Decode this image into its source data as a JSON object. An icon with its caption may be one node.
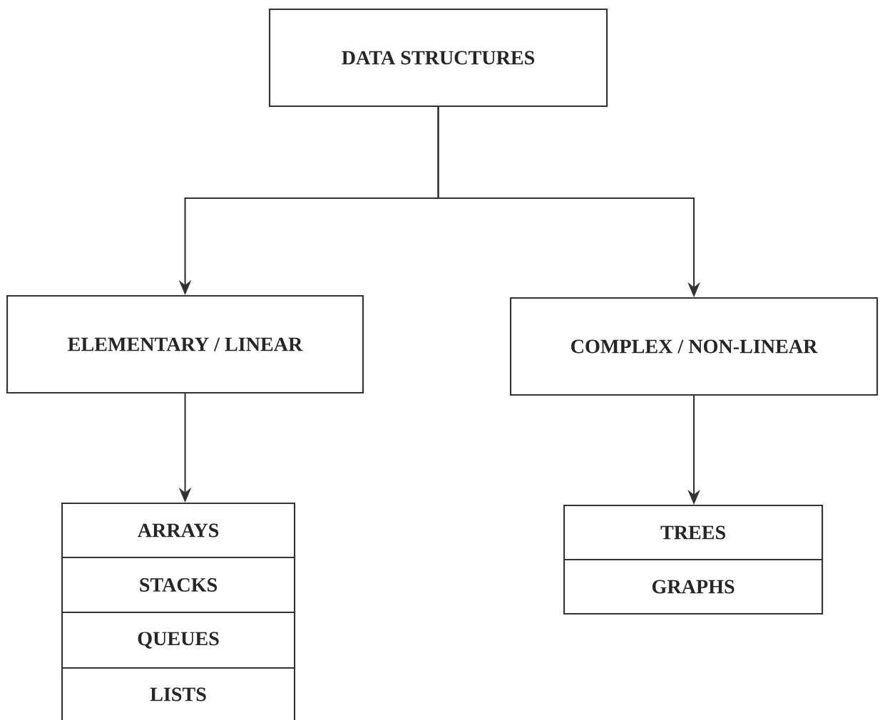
{
  "diagram": {
    "nodes": [
      {
        "text": [
          "DATA STRUCTURES"
        ]
      },
      {
        "text": [
          "ELEMENTARY / LINEAR"
        ]
      },
      {
        "text": [
          "COMPLEX / NON-LINEAR"
        ]
      },
      {
        "text": [
          "ARRAYS"
        ]
      },
      {
        "text": [
          "STACKS"
        ]
      },
      {
        "text": [
          "QUEUES"
        ]
      },
      {
        "text": [
          "LISTS"
        ]
      },
      {
        "text": [
          "TREES"
        ]
      },
      {
        "text": [
          "GRAPHS"
        ]
      }
    ],
    "edges": [
      {
        "from": 0,
        "to": 1,
        "arrow": "to"
      },
      {
        "from": 0,
        "to": 2,
        "arrow": "to"
      },
      {
        "from": 1,
        "to": 3,
        "arrow": "to"
      },
      {
        "from": 2,
        "to": 7,
        "arrow": "to"
      }
    ]
  }
}
